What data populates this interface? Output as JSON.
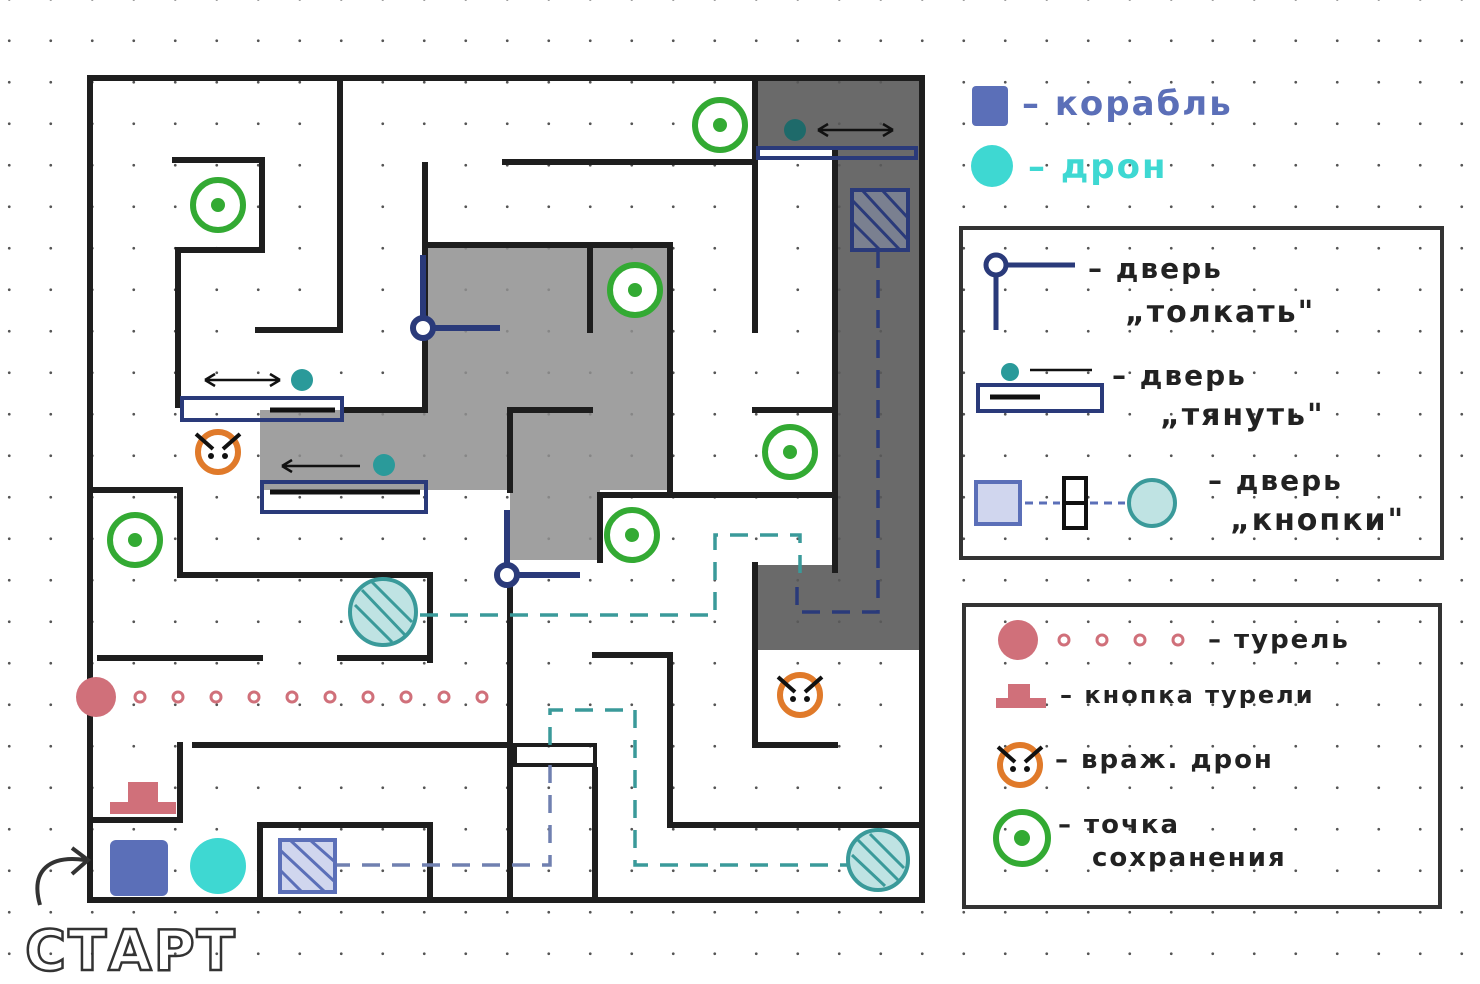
{
  "colors": {
    "ship": "#5b6fb8",
    "drone": "#3ed8d2",
    "save": "#33aa33",
    "enemy": "#e07a2a",
    "turret": "#d0707a",
    "door": "#2a3a7a",
    "gray": "#8a8a8a",
    "dark": "#555555",
    "button_door": "#4aa0a0"
  },
  "legend_top": {
    "ship": "– корабль",
    "drone": "– дрон"
  },
  "legend_doors": {
    "push_title": "– дверь",
    "push_name": "„толкать\"",
    "pull_title": "– дверь",
    "pull_name": "„тянуть\"",
    "button_title": "– дверь",
    "button_name": "„кнопки\""
  },
  "legend_objects": {
    "turret": "– турель",
    "turret_button": "– кнопка турели",
    "enemy_drone": "– враж. дрон",
    "save_line1": "– точка",
    "save_line2": "сохранения"
  },
  "start_label": "СТАРТ"
}
